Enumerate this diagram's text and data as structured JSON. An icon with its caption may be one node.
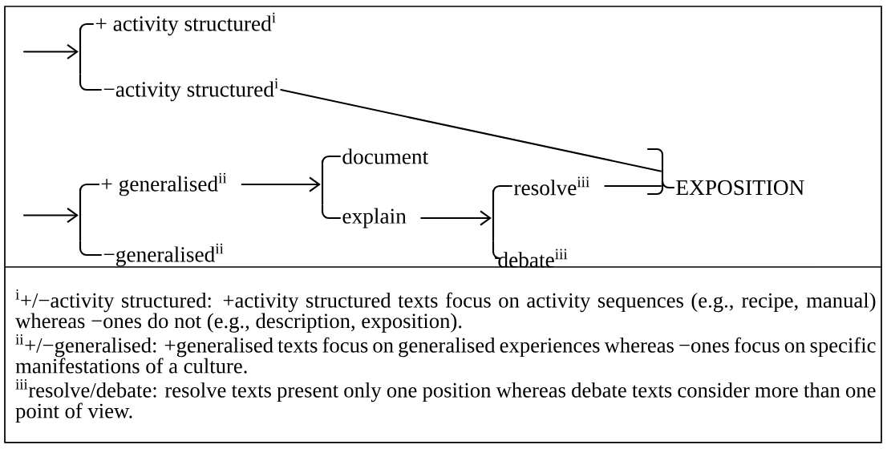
{
  "diagram": {
    "nodes": [
      {
        "text": [],
        "shape": "bar"
      },
      {
        "text": [
          "+ activity structured$^{i}$"
        ]
      },
      {
        "text": [
          "−activity structured$^{i}$"
        ]
      },
      {
        "text": [],
        "shape": "bar"
      },
      {
        "text": [
          "+ generalised$^{ii}$"
        ]
      },
      {
        "text": [
          "−generalised$^{ii}$"
        ]
      },
      {
        "text": [],
        "shape": "bar"
      },
      {
        "text": [
          "document"
        ]
      },
      {
        "text": [
          "explain"
        ]
      },
      {
        "text": [],
        "shape": "bar"
      },
      {
        "text": [
          "resolve$^{iii}$"
        ]
      },
      {
        "text": [
          "debate$^{iii}$"
        ]
      },
      {
        "text": [],
        "shape": "bar"
      },
      {
        "text": [
          "EXPOSITION"
        ]
      }
    ],
    "edges": [
      {
        "from": null,
        "to": 0,
        "arrow": "to"
      },
      {
        "from": 0,
        "to": 1,
        "arrow": "none"
      },
      {
        "from": 0,
        "to": 2,
        "arrow": "none"
      },
      {
        "from": null,
        "to": 3,
        "arrow": "to"
      },
      {
        "from": 3,
        "to": 4,
        "arrow": "none"
      },
      {
        "from": 3,
        "to": 5,
        "arrow": "none"
      },
      {
        "from": 4,
        "to": 6,
        "arrow": "to"
      },
      {
        "from": 6,
        "to": 7,
        "arrow": "none"
      },
      {
        "from": 6,
        "to": 8,
        "arrow": "none"
      },
      {
        "from": 8,
        "to": 9,
        "arrow": "to"
      },
      {
        "from": 9,
        "to": 10,
        "arrow": "none"
      },
      {
        "from": 9,
        "to": 11,
        "arrow": "none"
      },
      {
        "from": 2,
        "to": 12,
        "arrow": "none"
      },
      {
        "from": 10,
        "to": 12,
        "arrow": "none"
      },
      {
        "from": 12,
        "to": 13,
        "arrow": "none"
      }
    ],
    "labels": [
      "$^{i}$+/−activity structured: +activity structured texts focus on activity sequences (e.g., recipe, manual) whereas  −ones do not (e.g., description, exposition).",
      "$^{ii}$+/−generalised: +generalised texts focus on generalised experiences whereas  −ones focus on specific manifestations of a culture.",
      "$^{iii}$resolve/debate: resolve texts present only one position whereas debate texts consider more than one point of view."
    ]
  }
}
